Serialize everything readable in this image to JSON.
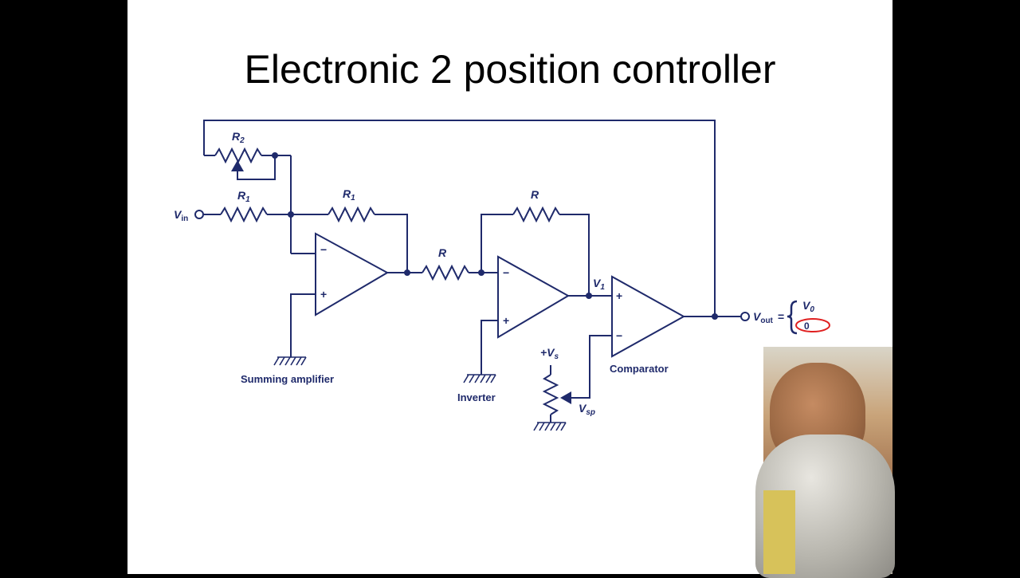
{
  "slide": {
    "title": "Electronic 2 position controller"
  },
  "diagram": {
    "labels": {
      "r2": "R",
      "r2_sub": "2",
      "r1_in": "R",
      "r1_in_sub": "1",
      "r1_fb": "R",
      "r1_fb_sub": "1",
      "r_mid": "R",
      "r_inv_fb": "R",
      "vin": "V",
      "vin_sub": "in",
      "v1": "V",
      "v1_sub": "1",
      "vout": "V",
      "vout_sub": "out",
      "equals": "=",
      "v0": "V",
      "v0_sub": "0",
      "zero": "0",
      "vs": "+V",
      "vs_sub": "s",
      "vsp": "V",
      "vsp_sub": "sp",
      "summing": "Summing amplifier",
      "inverter": "Inverter",
      "comparator": "Comparator",
      "minus": "−",
      "plus": "+"
    },
    "colors": {
      "wire": "#1f2a6b",
      "highlight": "#e02020"
    }
  },
  "webcam": {
    "icon": "presenter-video"
  }
}
